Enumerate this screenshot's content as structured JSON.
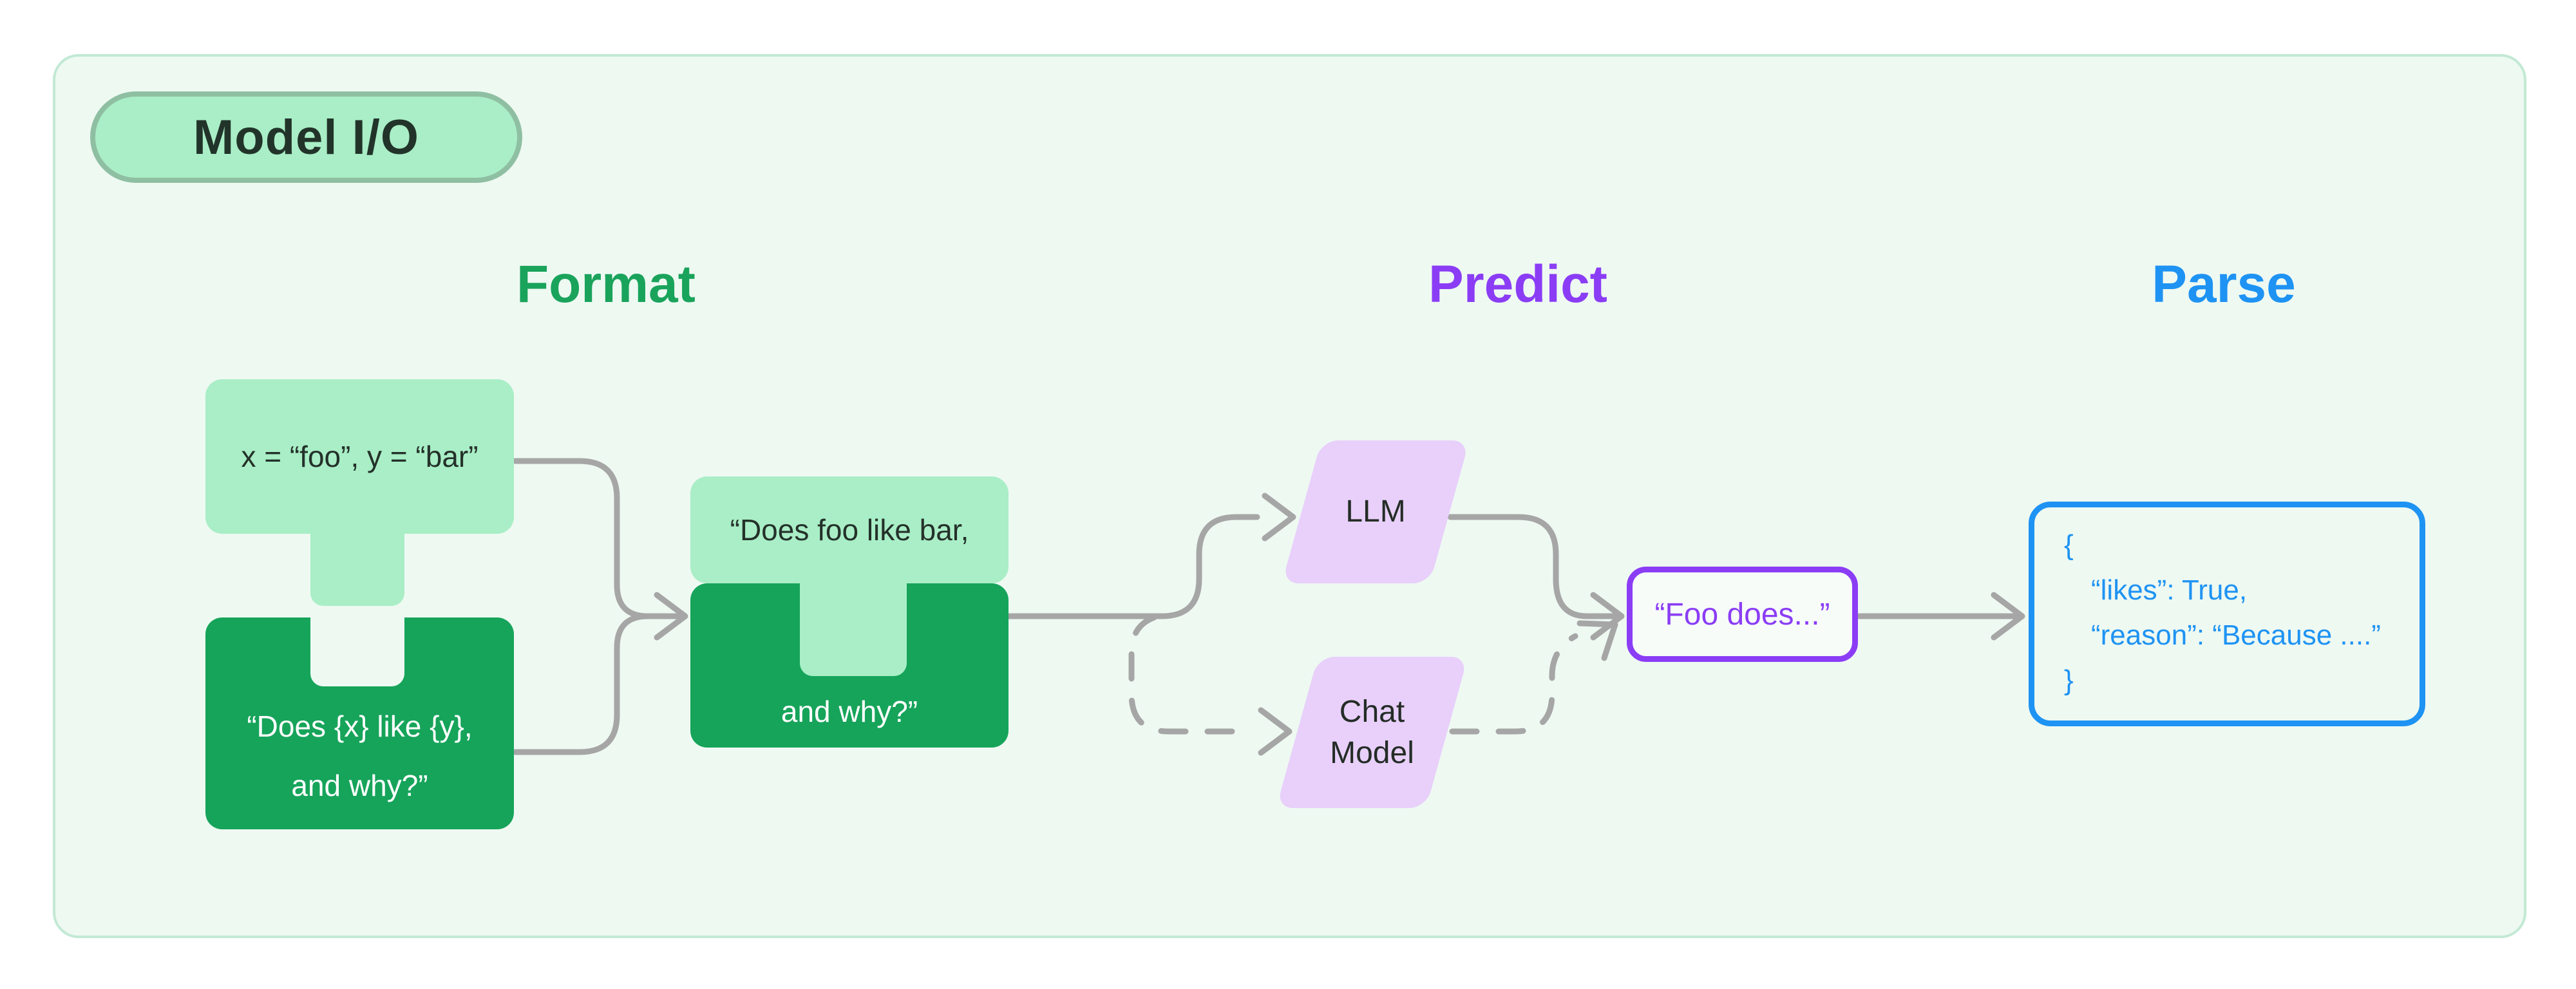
{
  "badge": {
    "label": "Model I/O"
  },
  "headers": {
    "format": "Format",
    "predict": "Predict",
    "parse": "Parse"
  },
  "format_stage": {
    "inputs_box": {
      "text": "x = “foo”, y = “bar”"
    },
    "template_box": {
      "line1": "“Does {x} like {y},",
      "line2": "and why?”"
    },
    "prompt_box": {
      "line1": "“Does foo like bar,",
      "line2": "and why?”"
    }
  },
  "predict_stage": {
    "llm_box": {
      "label": "LLM"
    },
    "chat_model_box": {
      "line1": "Chat",
      "line2": "Model"
    },
    "output_box": {
      "text": "“Foo does...”"
    }
  },
  "parse_stage": {
    "result_box": {
      "line1": "{",
      "line2": "“likes”: True,",
      "line3": "“reason”: “Because ....”",
      "line4": "}"
    }
  },
  "colors": {
    "container_bg": "#eef9f2",
    "container_border": "#c2e9d4",
    "badge_fill": "#a9eec6",
    "badge_border": "#8fbfa2",
    "green_light": "#a9eec6",
    "green_dark": "#16a45a",
    "green_header": "#1aa35b",
    "purple_light": "#e8d0fa",
    "purple_accent": "#8b3df5",
    "blue_accent": "#1e93f3",
    "wire_gray": "#a6a6a6"
  }
}
